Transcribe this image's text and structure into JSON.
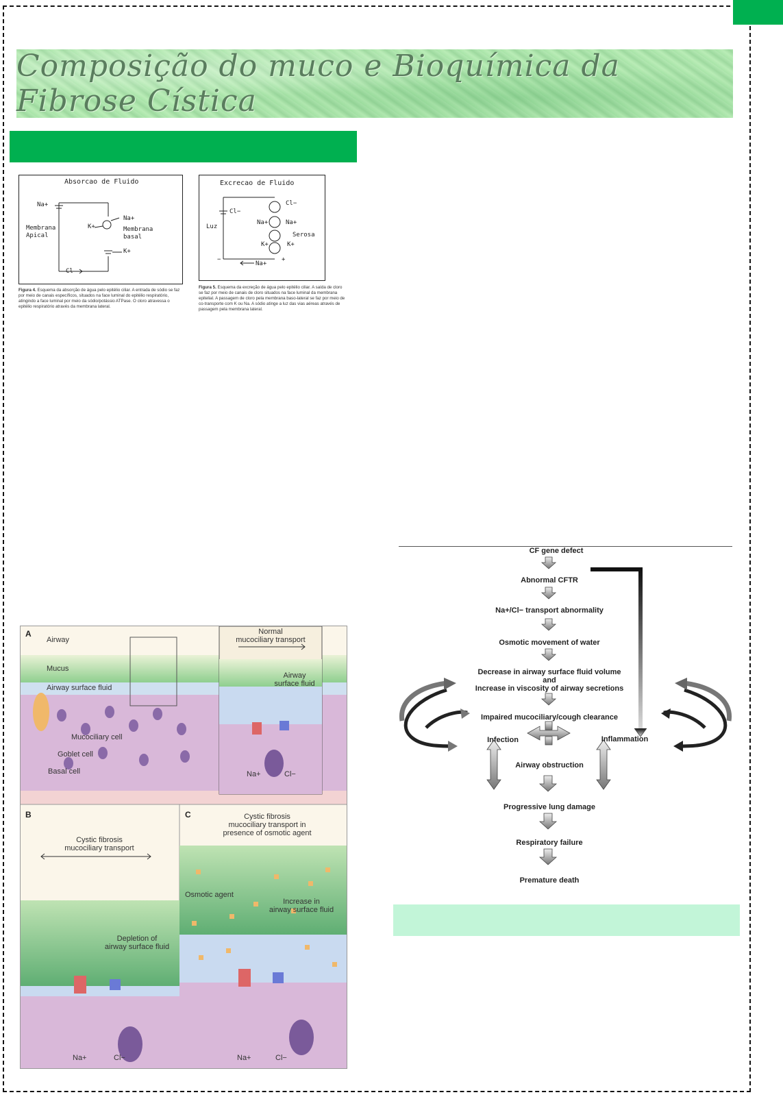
{
  "page": {
    "title": "Composição do muco e Bioquímica da Fibrose Cística",
    "colors": {
      "accent_green": "#00b050",
      "banner_green": "#a8e4a8",
      "caption_mint": "#c2f5d8"
    }
  },
  "figure4": {
    "title": "Absorcao de Fluido",
    "labels": {
      "na_plus": "Na+",
      "membrana_apical": "Membrana\nApical",
      "membrana_basal": "Membrana\nbasal",
      "k_plus": "K+",
      "cl": "Cl",
      "na_right": "Na+",
      "k_right": "K+"
    },
    "caption_label": "Figura 4.",
    "caption_text": "Esquema da absorção de água pelo epitélio ciliar. A entrada de sódio se faz por meio de canais específicos, situados na face luminal do epitélio respiratório, atingindo a face luminal por meio da sódio/potássio ATPase. O cloro atravessa o epitélio respiratório através da membrana lateral."
  },
  "figure5": {
    "title": "Excrecao de Fluido",
    "labels": {
      "cl_left": "Cl−",
      "cl_right": "Cl−",
      "luz": "Luz",
      "na_a": "Na+",
      "na_b": "Na+",
      "serosa": "Serosa",
      "k_a": "K+",
      "k_b": "K+",
      "minus": "−",
      "plus": "+",
      "na_bottom": "Na+"
    },
    "caption_label": "Figura 5.",
    "caption_text": "Esquema da excreção de água pelo epitélio ciliar. A saída de cloro se faz por meio de canais de cloro situados na face luminal da membrana epitelial. A passagem de cloro pela membrana baso-lateral se faz por meio de co-transporte com K ou Na. A sódio atinge a luz das vias aéreas através de passagem pela membrana lateral."
  },
  "illustration": {
    "panel_a": "A",
    "panel_b": "B",
    "panel_c": "C",
    "airway": "Airway",
    "mucus": "Mucus",
    "airway_surface_fluid": "Airway surface fluid",
    "mucociliary_cell": "Mucociliary cell",
    "goblet_cell": "Goblet cell",
    "basal_cell": "Basal cell",
    "normal_transport": "Normal\nmucociliary transport",
    "inset_fluid": "Airway\nsurface fluid",
    "na": "Na+",
    "cl": "Cl−",
    "cf_transport": "Cystic fibrosis\nmucociliary transport",
    "depletion": "Depletion of\nairway surface fluid",
    "cf_osmotic": "Cystic fibrosis\nmucociliary transport in\npresence of osmotic agent",
    "osmotic_agent": "Osmotic agent",
    "increase_fluid": "Increase in\nairway surface fluid"
  },
  "flowchart": {
    "cf_gene_defect": "CF gene defect",
    "abnormal_cftr": "Abnormal CFTR",
    "transport": "Na+/Cl− transport abnormality",
    "osmotic": "Osmotic movement of water",
    "decrease_line1": "Decrease in airway surface fluid volume",
    "decrease_and": "and",
    "decrease_line2": "Increase in viscosity of airway secretions",
    "impaired": "Impaired mucociliary/cough clearance",
    "infection": "Infection",
    "inflammation": "Inflammation",
    "obstruction": "Airway obstruction",
    "lung_damage": "Progressive lung damage",
    "resp_failure": "Respiratory failure",
    "death": "Premature death"
  }
}
